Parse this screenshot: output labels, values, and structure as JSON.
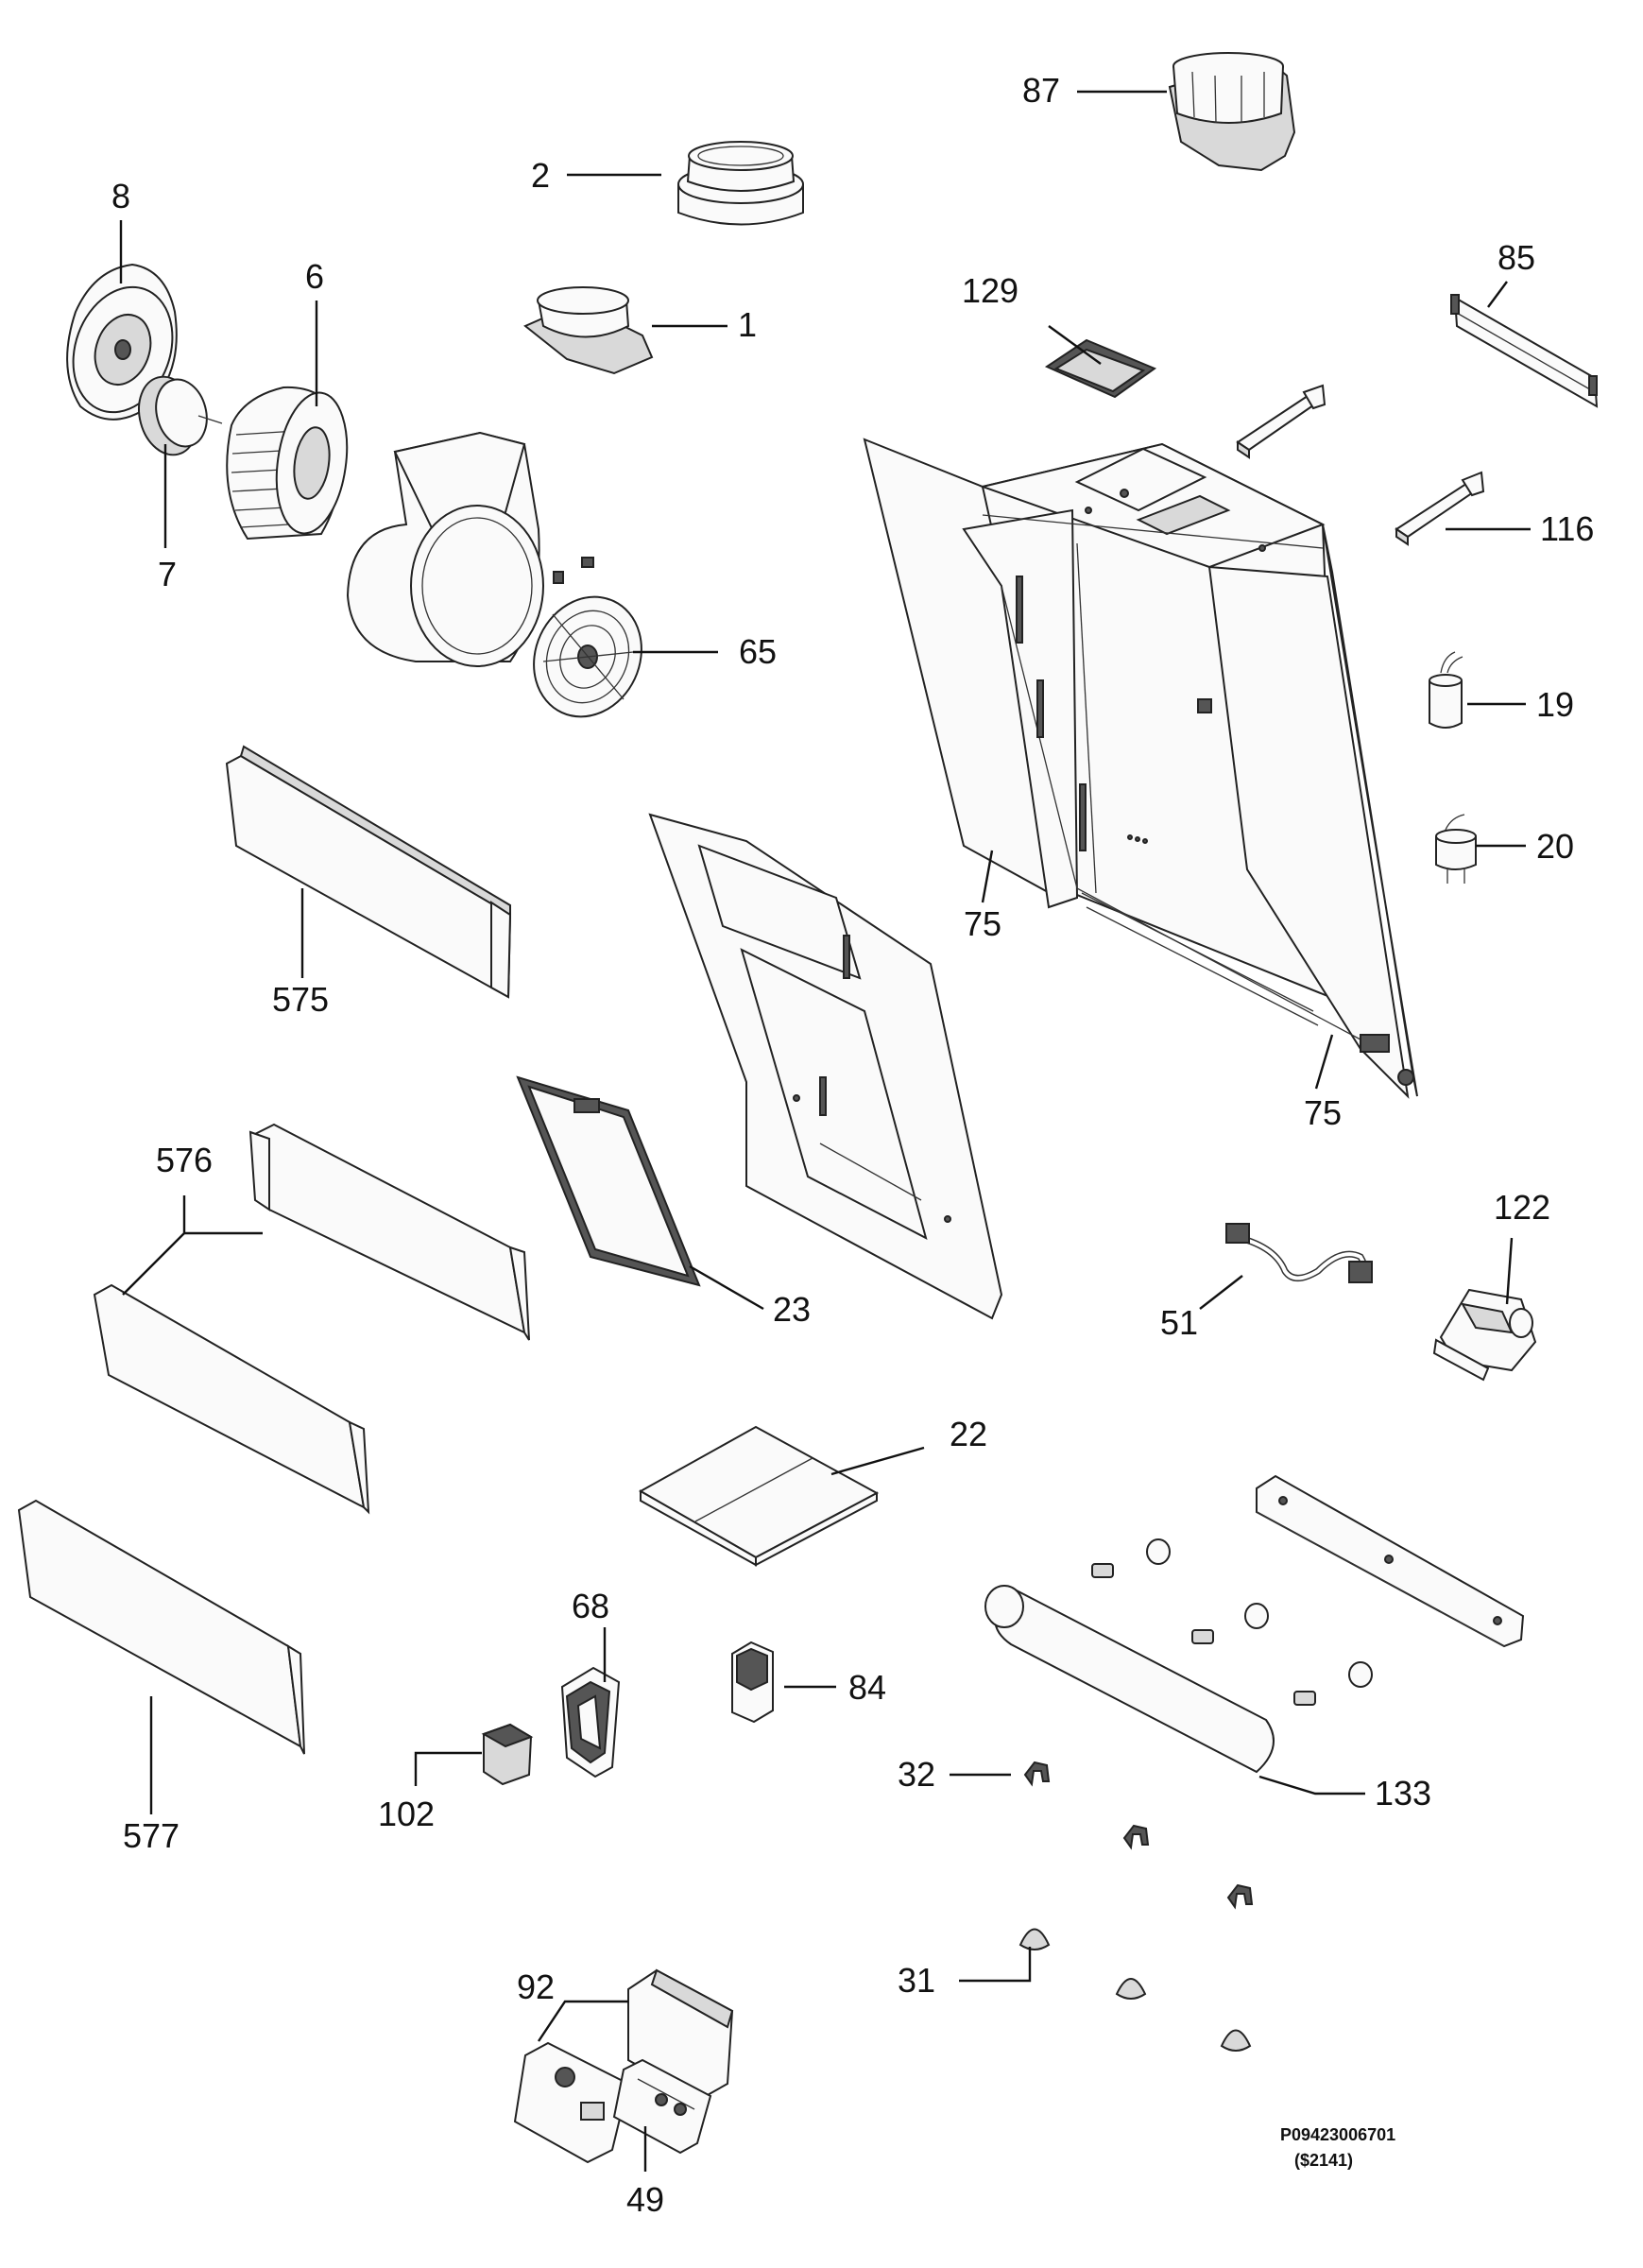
{
  "diagram": {
    "part_numbers": [
      "1",
      "2",
      "6",
      "7",
      "8",
      "19",
      "20",
      "22",
      "23",
      "31",
      "32",
      "49",
      "51",
      "65",
      "68",
      "75",
      "75",
      "84",
      "85",
      "87",
      "92",
      "102",
      "116",
      "122",
      "129",
      "133",
      "575",
      "576",
      "577"
    ],
    "document_code": "P09423006701",
    "revision": "($2141)"
  }
}
